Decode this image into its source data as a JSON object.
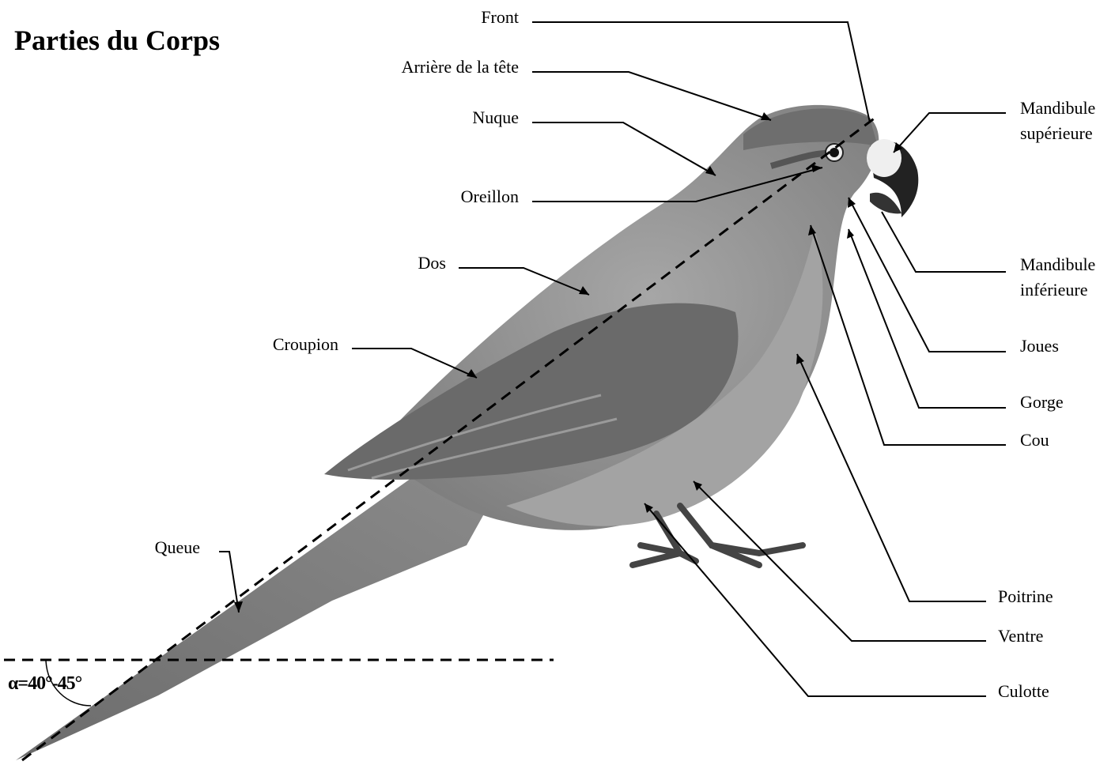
{
  "title": "Parties du Corps",
  "labels": {
    "front": "Front",
    "arriere_tete": "Arrière de la tête",
    "nuque": "Nuque",
    "oreillon": "Oreillon",
    "dos": "Dos",
    "croupion": "Croupion",
    "queue": "Queue",
    "mandibule_sup_1": "Mandibule",
    "mandibule_sup_2": "supérieure",
    "mandibule_inf_1": "Mandibule",
    "mandibule_inf_2": "inférieure",
    "joues": "Joues",
    "gorge": "Gorge",
    "cou": "Cou",
    "poitrine": "Poitrine",
    "ventre": "Ventre",
    "culotte": "Culotte"
  },
  "angle_label": "α=40°-45°",
  "colors": {
    "line": "#000000",
    "bird_body": "#8e8e8e",
    "bird_dark": "#555555",
    "bird_light": "#a8a8a8"
  }
}
